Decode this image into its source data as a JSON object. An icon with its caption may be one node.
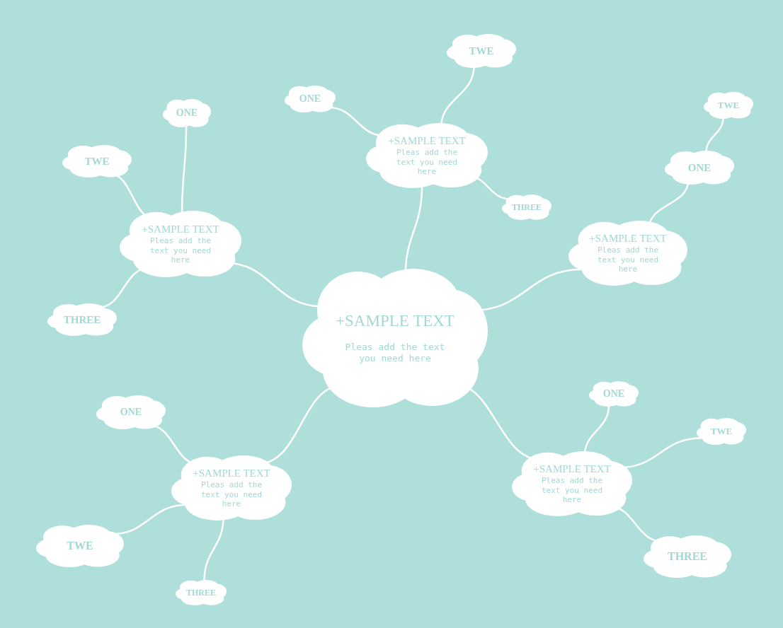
{
  "diagram": {
    "nodes": [
      {
        "text": [
          "+SAMPLE TEXT",
          "Pleas add the text you need here"
        ]
      },
      {
        "text": [
          "+SAMPLE TEXT",
          "Pleas add the text you need here"
        ]
      },
      {
        "text": [
          "TWE"
        ]
      },
      {
        "text": [
          "ONE"
        ]
      },
      {
        "text": [
          "THREE"
        ]
      },
      {
        "text": [
          "+SAMPLE TEXT",
          "Pleas add the text you need here"
        ]
      },
      {
        "text": [
          "ONE"
        ]
      },
      {
        "text": [
          "TWE"
        ]
      },
      {
        "text": [
          "THREE"
        ]
      },
      {
        "text": [
          "+SAMPLE TEXT",
          "Pleas add the text you need here"
        ]
      },
      {
        "text": [
          "TWE"
        ]
      },
      {
        "text": [
          "ONE"
        ]
      },
      {
        "text": [
          "+SAMPLE TEXT",
          "Pleas add the text you need here"
        ]
      },
      {
        "text": [
          "ONE"
        ]
      },
      {
        "text": [
          "TWE"
        ]
      },
      {
        "text": [
          "THREE"
        ]
      },
      {
        "text": [
          "+SAMPLE TEXT",
          "Pleas add the text you need here"
        ]
      },
      {
        "text": [
          "ONE"
        ]
      },
      {
        "text": [
          "TWE"
        ]
      },
      {
        "text": [
          "THREE"
        ]
      }
    ],
    "edges": [
      {
        "from": 0,
        "to": 1,
        "arrow": "none"
      },
      {
        "from": 1,
        "to": 2,
        "arrow": "none"
      },
      {
        "from": 1,
        "to": 3,
        "arrow": "none"
      },
      {
        "from": 1,
        "to": 4,
        "arrow": "none"
      },
      {
        "from": 0,
        "to": 5,
        "arrow": "none"
      },
      {
        "from": 5,
        "to": 6,
        "arrow": "none"
      },
      {
        "from": 5,
        "to": 7,
        "arrow": "none"
      },
      {
        "from": 5,
        "to": 8,
        "arrow": "none"
      },
      {
        "from": 0,
        "to": 9,
        "arrow": "none"
      },
      {
        "from": 9,
        "to": 11,
        "arrow": "none"
      },
      {
        "from": 11,
        "to": 10,
        "arrow": "none"
      },
      {
        "from": 0,
        "to": 12,
        "arrow": "none"
      },
      {
        "from": 12,
        "to": 13,
        "arrow": "none"
      },
      {
        "from": 12,
        "to": 14,
        "arrow": "none"
      },
      {
        "from": 12,
        "to": 15,
        "arrow": "none"
      },
      {
        "from": 0,
        "to": 16,
        "arrow": "none"
      },
      {
        "from": 16,
        "to": 17,
        "arrow": "none"
      },
      {
        "from": 16,
        "to": 18,
        "arrow": "none"
      },
      {
        "from": 16,
        "to": 19,
        "arrow": "none"
      }
    ]
  }
}
